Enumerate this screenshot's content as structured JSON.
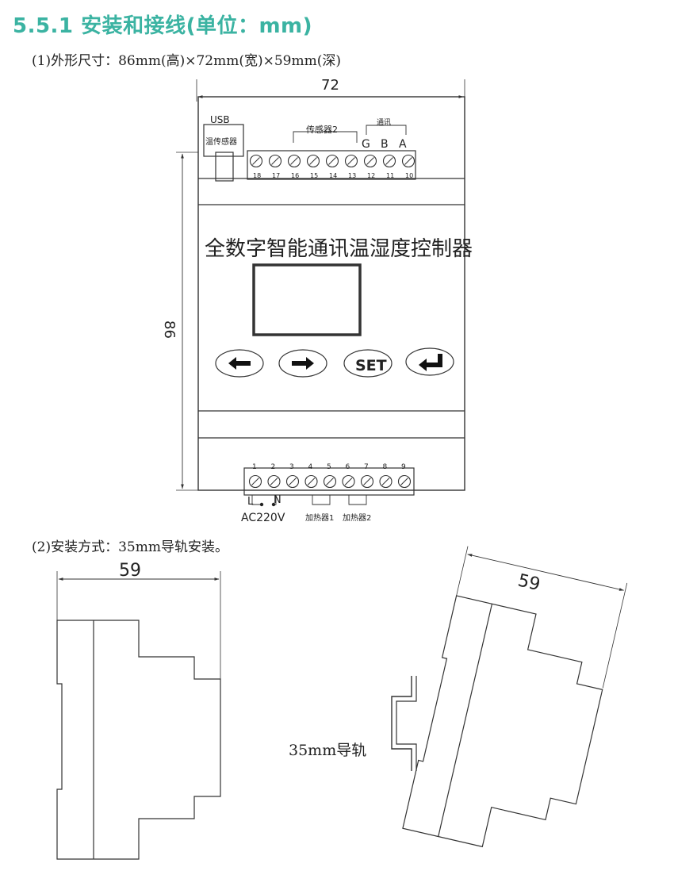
{
  "heading": "5.5.1 安装和接线(单位：mm)",
  "dimensions_line": "(1)外形尺寸：86mm(高)×72mm(宽)×59mm(深)",
  "mounting_line": "(2)安装方式：35mm导轨安装。",
  "front": {
    "width_label": "72",
    "height_label": "86",
    "usb_label": "USB",
    "sensor1_label": "温传感器",
    "sensor2_label": "传感器2",
    "comm_label": "通讯",
    "gba": [
      "G",
      "B",
      "A"
    ],
    "top_terminals": [
      "18",
      "17",
      "16",
      "15",
      "14",
      "13",
      "12",
      "11",
      "10"
    ],
    "device_title": "全数字智能通讯温湿度控制器",
    "buttons": {
      "left": "left-arrow",
      "right": "right-arrow",
      "set": "SET",
      "enter": "enter-arrow"
    },
    "bottom_terminals": [
      "1",
      "2",
      "3",
      "4",
      "5",
      "6",
      "7",
      "8",
      "9"
    ],
    "l_label": "L",
    "n_label": "N",
    "ac_label": "AC220V",
    "heater1_label": "加热器1",
    "heater2_label": "加热器2"
  },
  "side": {
    "width_label": "59",
    "rotated_width_label": "59",
    "rail_label": "35mm导轨"
  }
}
